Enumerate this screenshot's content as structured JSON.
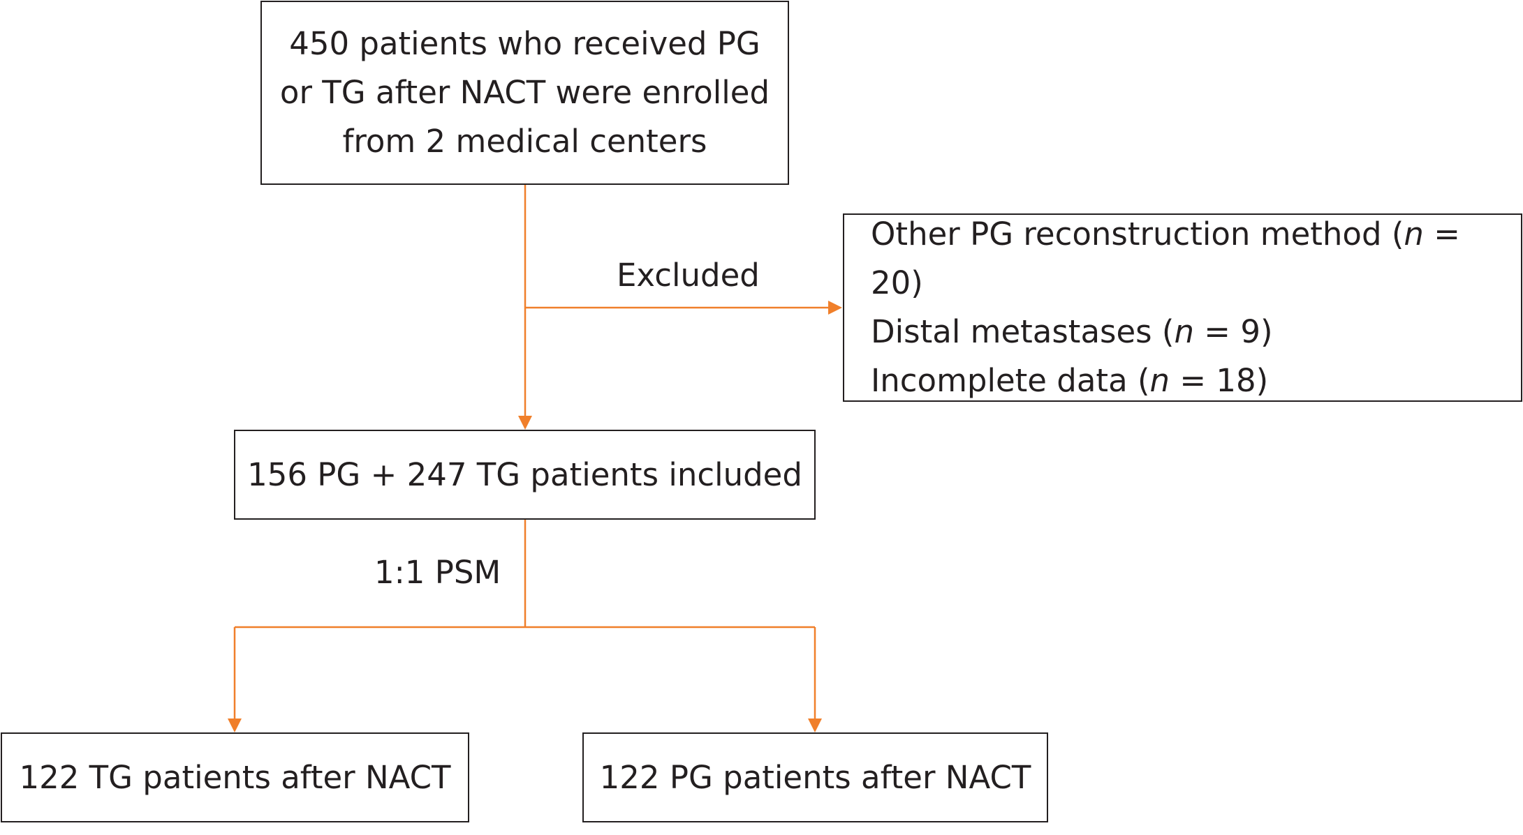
{
  "flowchart": {
    "top_box": {
      "lines": [
        "450 patients who received PG",
        "or TG after NACT were enrolled",
        "from 2 medical centers"
      ]
    },
    "excluded_label": "Excluded",
    "excluded_box": {
      "items": [
        {
          "text_before": "Other PG reconstruction method (",
          "n_symbol": "n",
          "text_after": " = 20)"
        },
        {
          "text_before": "Distal metastases (",
          "n_symbol": "n",
          "text_after": " = 9)"
        },
        {
          "text_before": "Incomplete data (",
          "n_symbol": "n",
          "text_after": " = 18)"
        }
      ]
    },
    "included_box": "156 PG + 247 TG patients included",
    "psm_label": "1:1 PSM",
    "left_result": "122 TG patients after NACT",
    "right_result": "122 PG patients after NACT",
    "colors": {
      "connector": "#f07f2a",
      "border": "#231f20",
      "text": "#231f20"
    }
  }
}
